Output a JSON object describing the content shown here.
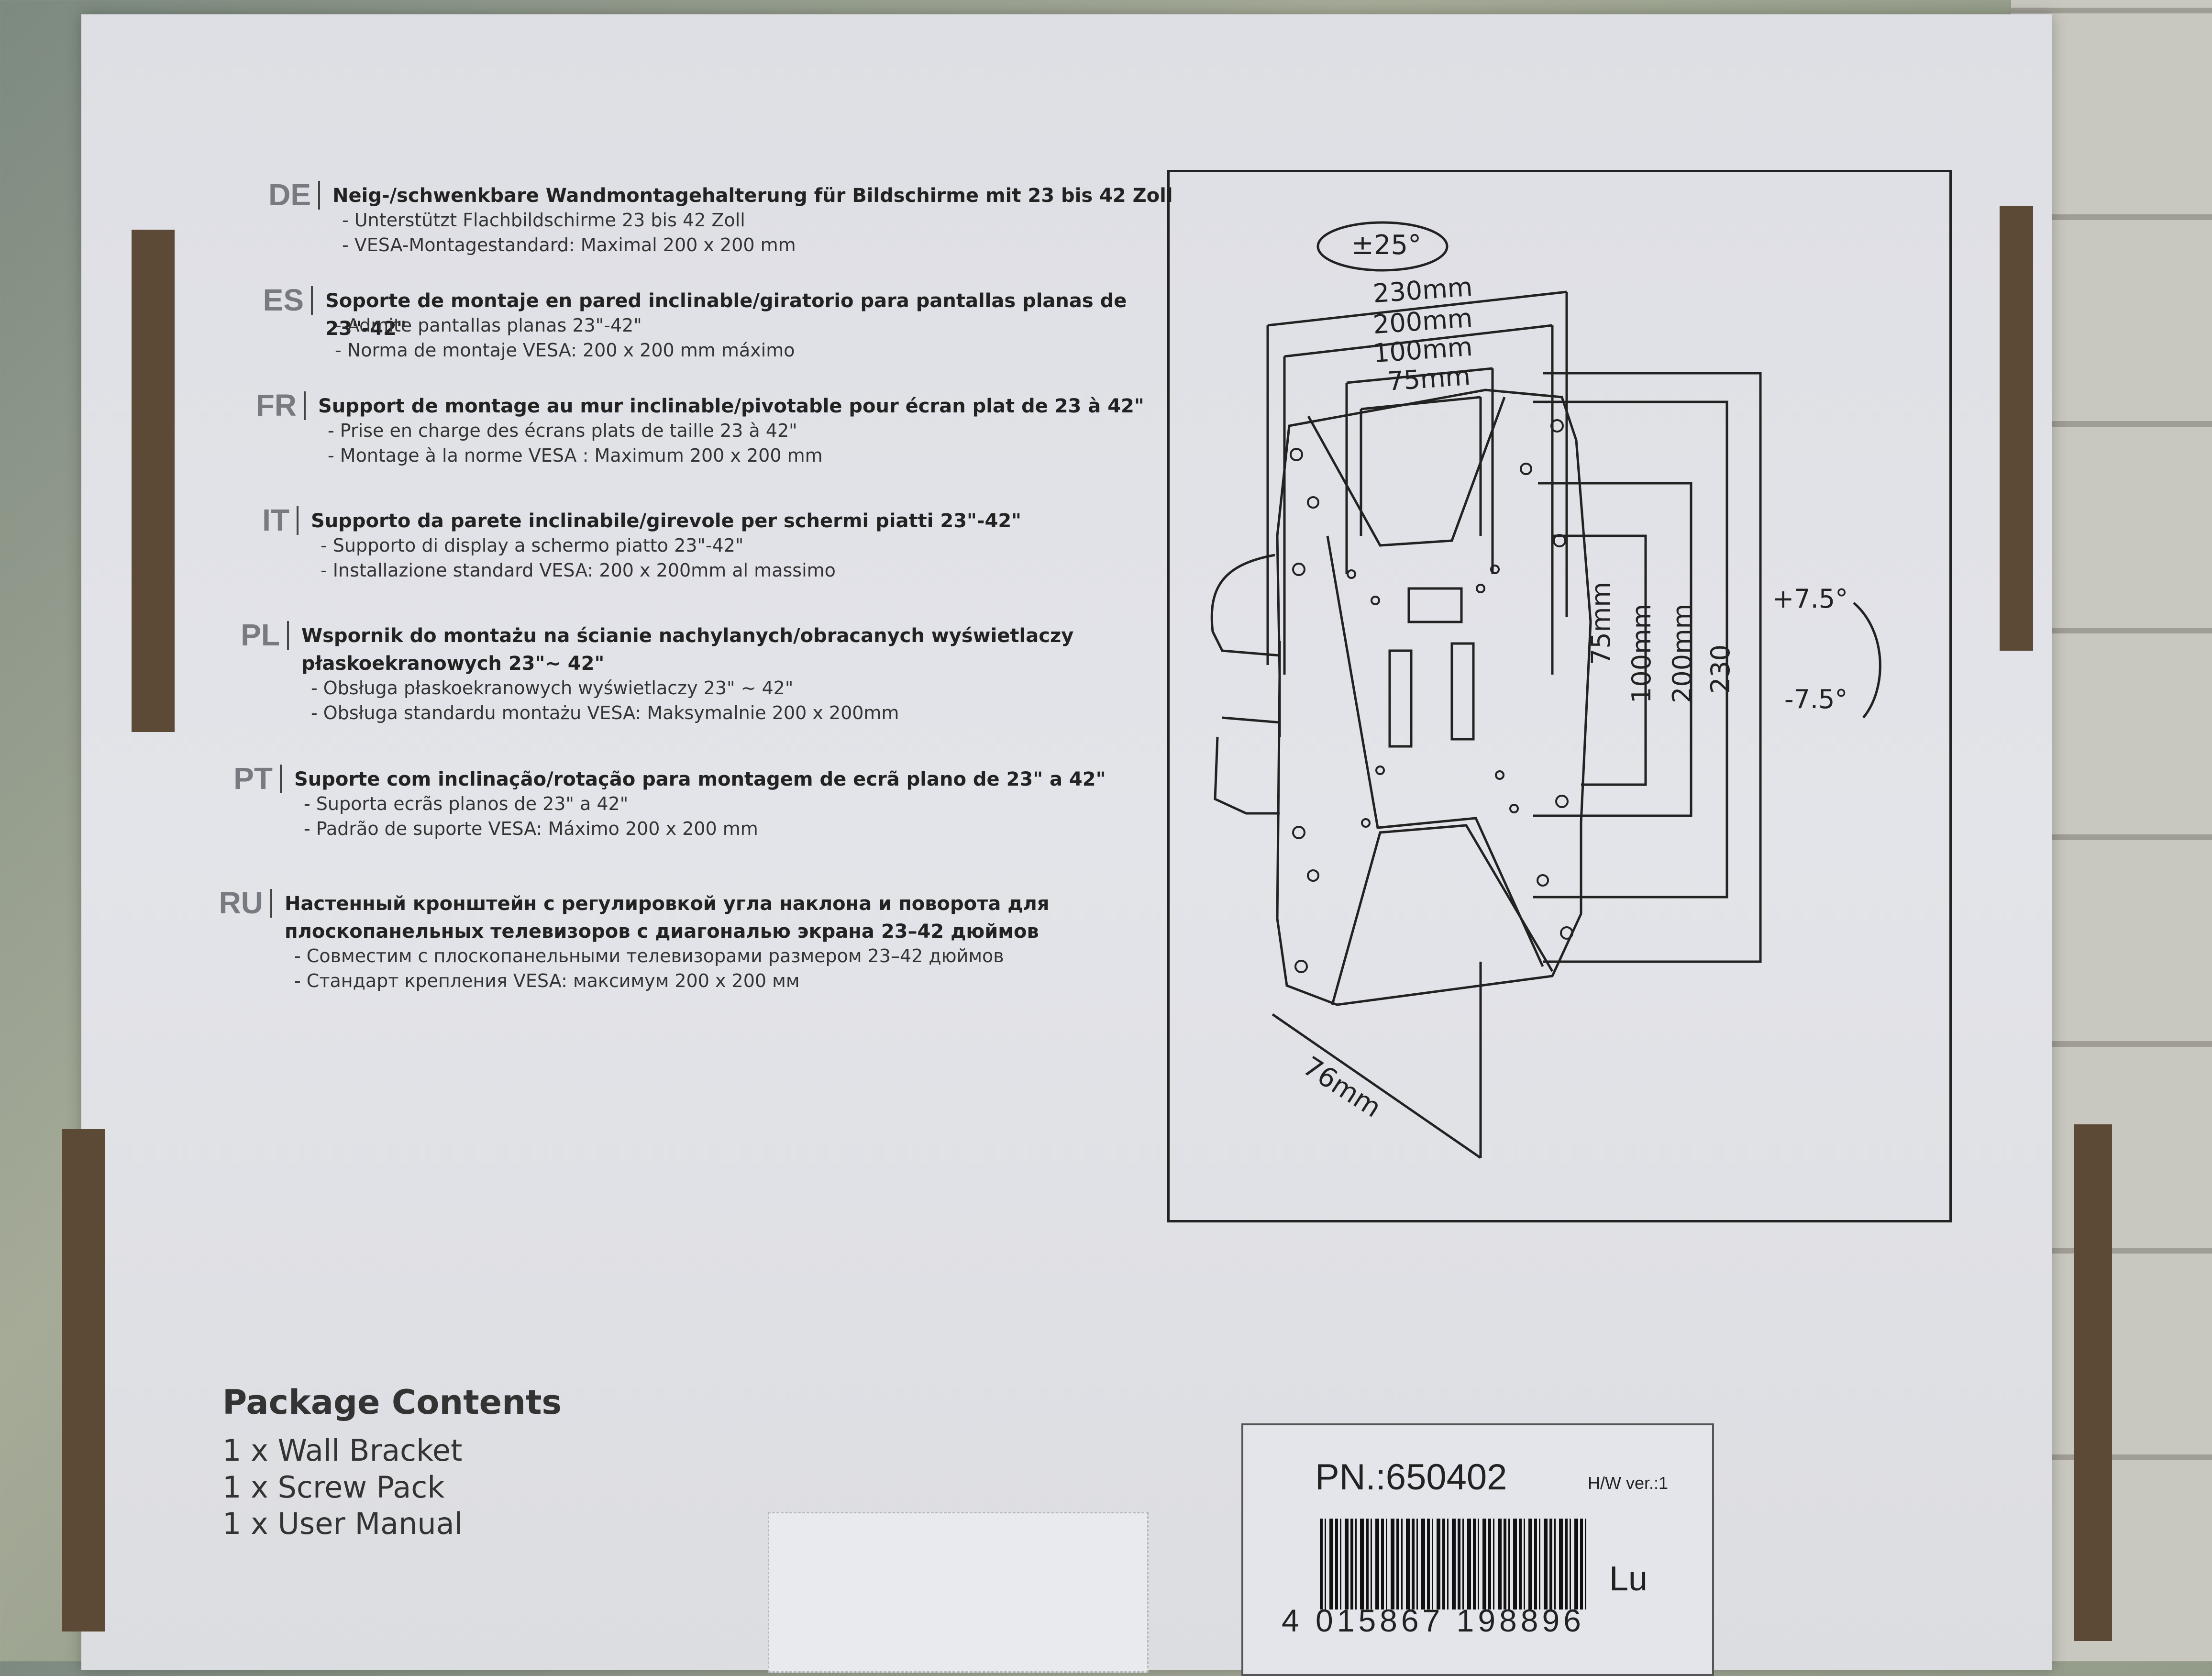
{
  "languages": [
    {
      "code": "DE",
      "heading": "Neig-/schwenkbare Wandmontagehalterung für Bildschirme mit 23 bis 42 Zoll",
      "lines": [
        "- Unterstützt Flachbildschirme 23 bis 42 Zoll",
        "- VESA-Montagestandard: Maximal 200 x 200 mm"
      ]
    },
    {
      "code": "ES",
      "heading": "Soporte de montaje en pared inclinable/giratorio para pantallas planas de 23\"-42\"",
      "lines": [
        "- Admite pantallas planas 23\"-42\"",
        "- Norma de montaje VESA: 200 x 200 mm máximo"
      ]
    },
    {
      "code": "FR",
      "heading": "Support de montage au mur inclinable/pivotable pour écran plat de 23 à 42\"",
      "lines": [
        "- Prise en charge des écrans plats de taille 23 à 42\"",
        "- Montage à la norme VESA : Maximum 200 x 200 mm"
      ]
    },
    {
      "code": "IT",
      "heading": "Supporto da parete inclinabile/girevole per schermi piatti 23\"-42\"",
      "lines": [
        "- Supporto di display a schermo piatto 23\"-42\"",
        "- Installazione standard VESA: 200 x 200mm al massimo"
      ]
    },
    {
      "code": "PL",
      "heading": "Wspornik do montażu na ścianie nachylanych/obracanych wyświetlaczy płaskoekranowych 23\"~ 42\"",
      "lines": [
        "- Obsługa płaskoekranowych wyświetlaczy 23\" ~ 42\"",
        "- Obsługa standardu montażu VESA: Maksymalnie 200 x 200mm"
      ]
    },
    {
      "code": "PT",
      "heading": "Suporte com inclinação/rotação para montagem de ecrã plano de 23\" a 42\"",
      "lines": [
        "- Suporta ecrãs planos de 23\" a 42\"",
        "- Padrão de suporte VESA: Máximo 200 x 200 mm"
      ]
    },
    {
      "code": "RU",
      "heading": "Настенный кронштейн с регулировкой угла наклона и поворота для плоскопанельных телевизоров с диагональю экрана 23–42 дюймов",
      "lines": [
        "- Совместим с плоскопанельными телевизорами размером 23–42 дюймов",
        "- Стандарт крепления VESA: максимум 200 x 200 мм"
      ]
    }
  ],
  "diagram": {
    "swivel": "±25°",
    "widths": [
      "230mm",
      "200mm",
      "100mm",
      "75mm"
    ],
    "heights": [
      "75mm",
      "100mm",
      "200mm",
      "230"
    ],
    "tilt_up": "+7.5°",
    "tilt_down": "-7.5°",
    "depth": "76mm"
  },
  "package": {
    "title": "Package Contents",
    "items": [
      "1 x Wall Bracket",
      "1 x Screw Pack",
      "1 x User Manual"
    ]
  },
  "label": {
    "pn": "PN.:650402",
    "hw": "H/W ver.:1",
    "barcode_digits": "4 015867 198896",
    "lu": "Lu"
  },
  "colors": {
    "box": "#e1e2e7",
    "ink": "#222222",
    "code_grey": "#777a80"
  }
}
